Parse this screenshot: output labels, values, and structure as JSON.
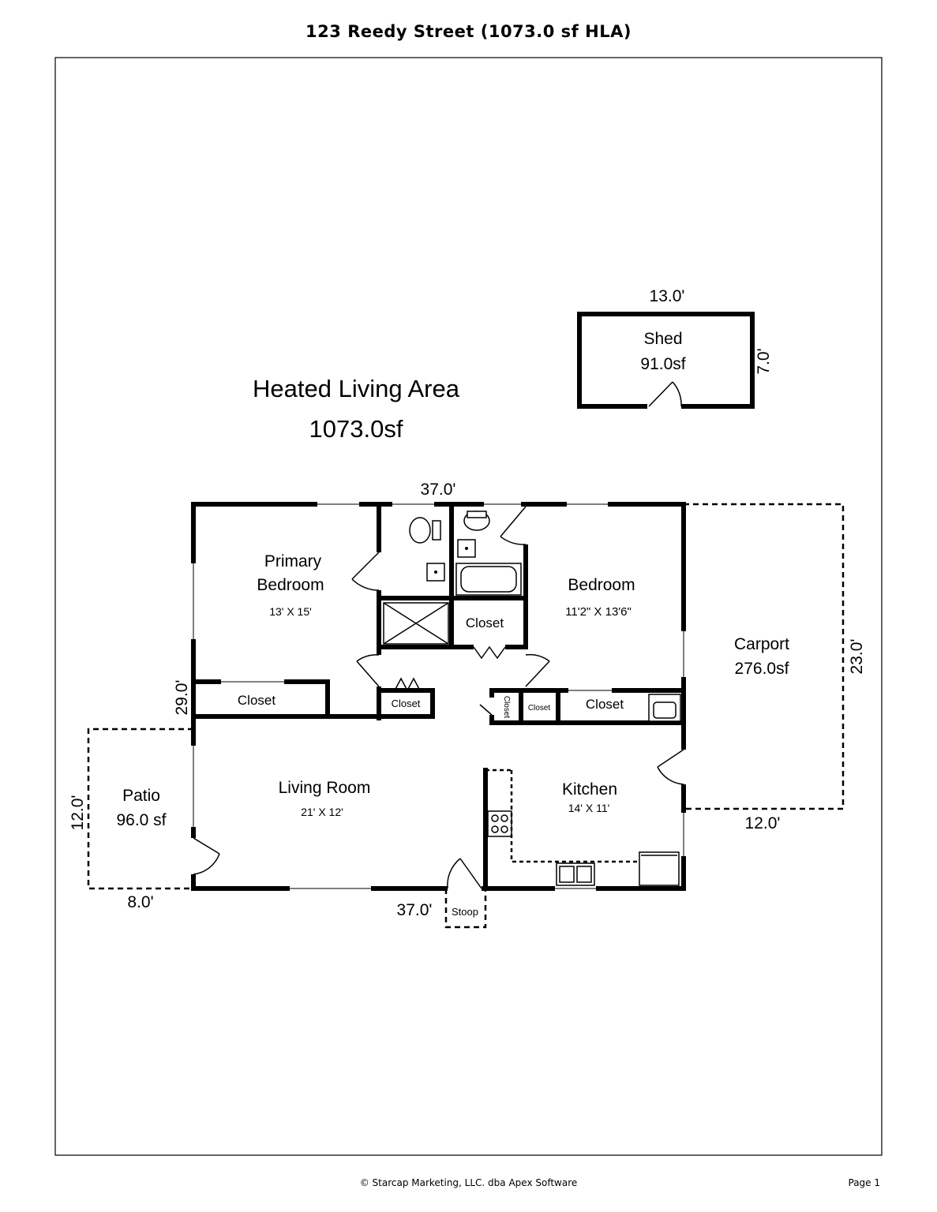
{
  "title": "123 Reedy Street (1073.0 sf HLA)",
  "heated_area": {
    "line1": "Heated Living Area",
    "line2": "1073.0sf"
  },
  "rooms": {
    "primary_bedroom": {
      "name_line1": "Primary",
      "name_line2": "Bedroom",
      "size": "13' X 15'"
    },
    "bedroom": {
      "name": "Bedroom",
      "size": "11'2\" X 13'6\""
    },
    "living_room": {
      "name": "Living Room",
      "size": "21' X 12'"
    },
    "kitchen": {
      "name": "Kitchen",
      "size": "14' X 11'"
    },
    "closet_bath": "Closet",
    "closet_primary": "Closet",
    "closet_hall_left": "Closet",
    "closet_hall_vertical": "Closet",
    "closet_hall_small": "Closet",
    "closet_bedroom": "Closet",
    "stoop": "Stoop"
  },
  "shed": {
    "name": "Shed",
    "area": "91.0sf",
    "width": "13.0'",
    "depth": "7.0'"
  },
  "carport": {
    "name": "Carport",
    "area": "276.0sf",
    "depth": "23.0'",
    "width": "12.0'"
  },
  "patio": {
    "name": "Patio",
    "area": "96.0 sf",
    "depth": "12.0'",
    "width": "8.0'"
  },
  "house_dims": {
    "top": "37.0'",
    "bottom": "37.0'",
    "left": "29.0'"
  },
  "footer": {
    "copyright": "© Starcap Marketing, LLC. dba Apex Software",
    "page": "Page 1"
  }
}
